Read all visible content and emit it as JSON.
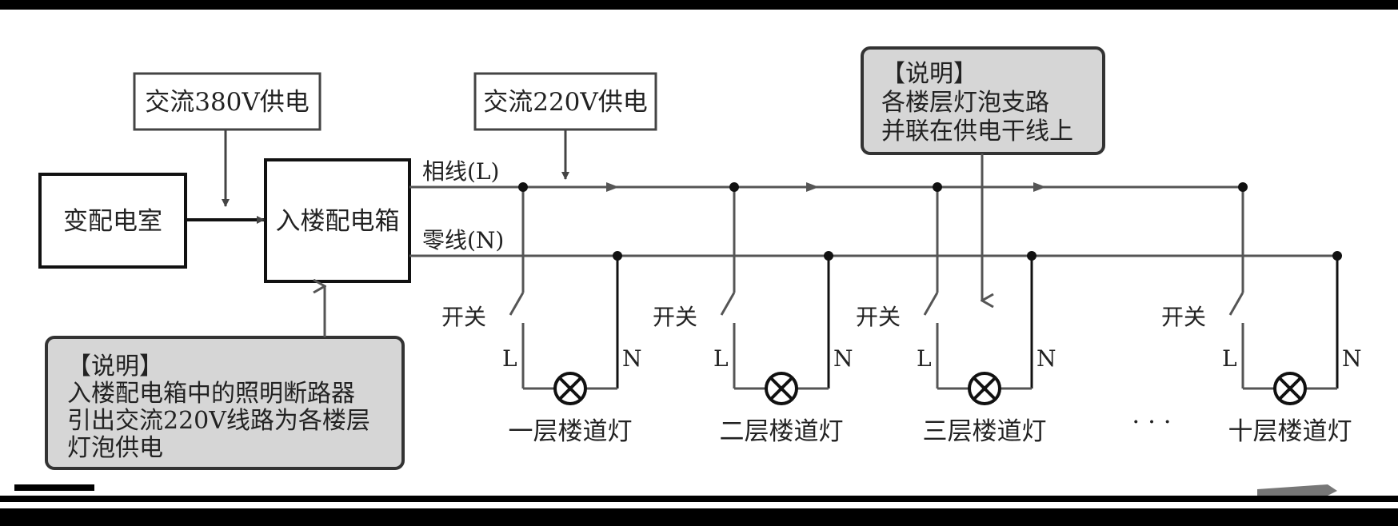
{
  "sources": {
    "substation": "变配电室",
    "building_box": "入楼配电箱",
    "supply_380": "交流380V供电",
    "supply_220": "交流220V供电"
  },
  "lines": {
    "phase": "相线(L)",
    "neutral": "零线(N)"
  },
  "note_left": {
    "title": "【说明】",
    "line1": "入楼配电箱中的照明断路器",
    "line2": "引出交流220V线路为各楼层",
    "line3": "灯泡供电"
  },
  "note_right": {
    "title": "【说明】",
    "line1": "各楼层灯泡支路",
    "line2": "并联在供电干线上"
  },
  "branches": [
    {
      "switch": "开关",
      "l": "L",
      "n": "N",
      "name": "一层楼道灯"
    },
    {
      "switch": "开关",
      "l": "L",
      "n": "N",
      "name": "二层楼道灯"
    },
    {
      "switch": "开关",
      "l": "L",
      "n": "N",
      "name": "三层楼道灯"
    },
    {
      "switch": "开关",
      "l": "L",
      "n": "N",
      "name": "十层楼道灯"
    }
  ],
  "ellipsis": "· · ·",
  "colors": {
    "line": "#555555",
    "box_fill": "#d6d6d6",
    "border": "#111111"
  }
}
